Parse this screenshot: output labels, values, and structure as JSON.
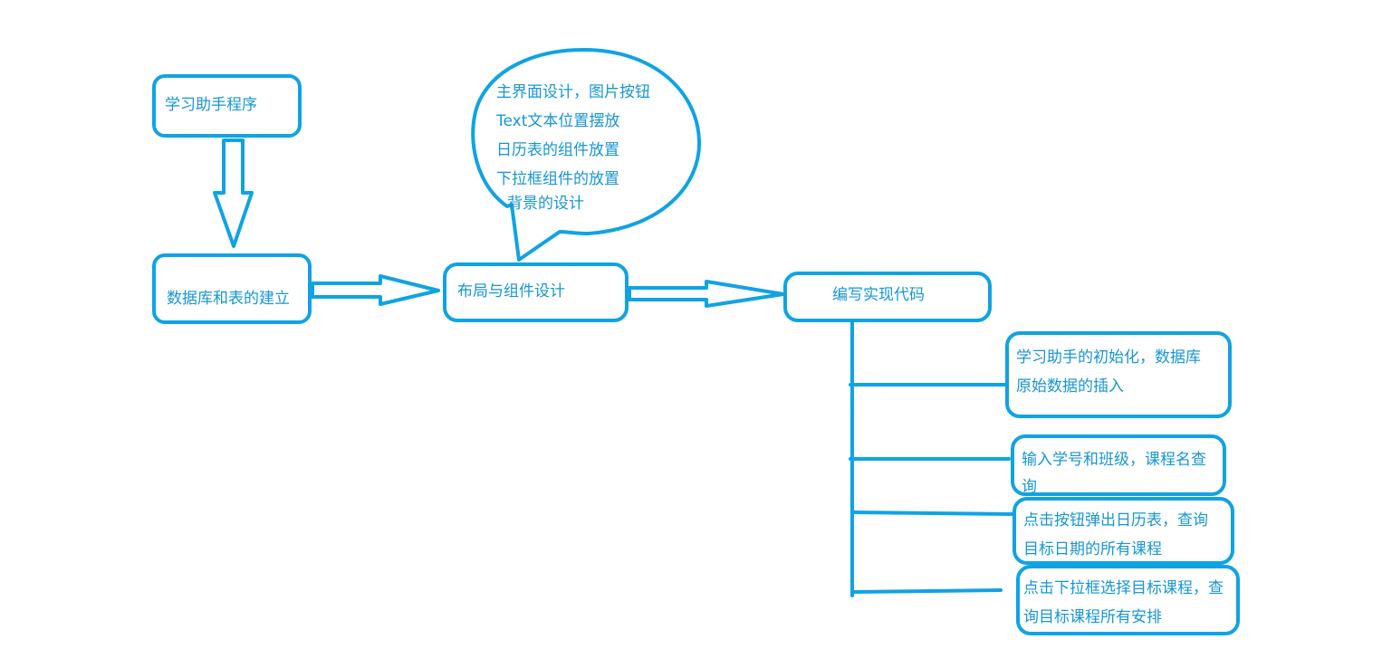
{
  "diagram": {
    "nodes": {
      "start": "学习助手程序",
      "database": "数据库和表的建立",
      "layout": "布局与组件设计",
      "code": "编写实现代码"
    },
    "bubble_lines": [
      "主界面设计，图片按钮",
      "Text文本位置摆放",
      "日历表的组件放置",
      "下拉框组件的放置",
      "背景的设计"
    ],
    "tasks": [
      [
        "学习助手的初始化，数据库",
        "原始数据的插入"
      ],
      [
        "输入学号和班级，课程名查",
        "询"
      ],
      [
        "点击按钮弹出日历表，查询",
        "目标日期的所有课程"
      ],
      [
        "点击下拉框选择目标课程，查",
        "询目标课程所有安排"
      ]
    ],
    "colors": {
      "stroke": "#10a3e3",
      "text": "#1796d3",
      "background": "#ffffff"
    }
  }
}
